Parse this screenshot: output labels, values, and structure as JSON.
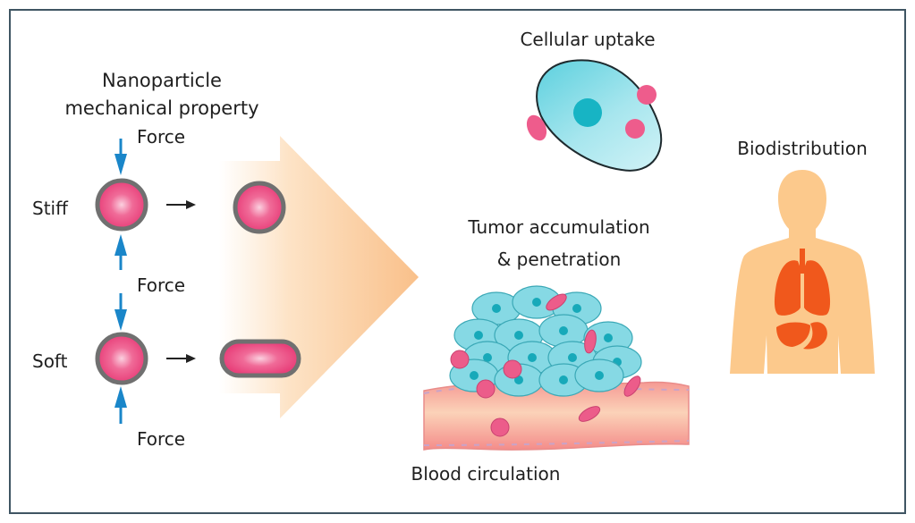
{
  "diagram": {
    "left_panel": {
      "title_line1": "Nanoparticle",
      "title_line2": "mechanical property",
      "force_label_top": "Force",
      "force_label_middle": "Force",
      "force_label_bottom": "Force",
      "stiff_label": "Stiff",
      "soft_label": "Soft"
    },
    "cellular_uptake": {
      "label": "Cellular uptake"
    },
    "tumor": {
      "line1": "Tumor accumulation",
      "line2": "& penetration"
    },
    "blood": {
      "label": "Blood circulation"
    },
    "biodistribution": {
      "label": "Biodistribution"
    },
    "colors": {
      "nanoparticle_fill": "#ee4f86",
      "nanoparticle_border": "#6e6e6e",
      "force_arrow": "#1a86c9",
      "big_arrow": "#f9c48e",
      "cell_fill": "#7fd8e3",
      "cell_nucleus": "#17b4c4",
      "vessel": "#f6a7a0",
      "body": "#fcc98c",
      "organs": "#f0581c",
      "border": "#3f5563"
    }
  }
}
